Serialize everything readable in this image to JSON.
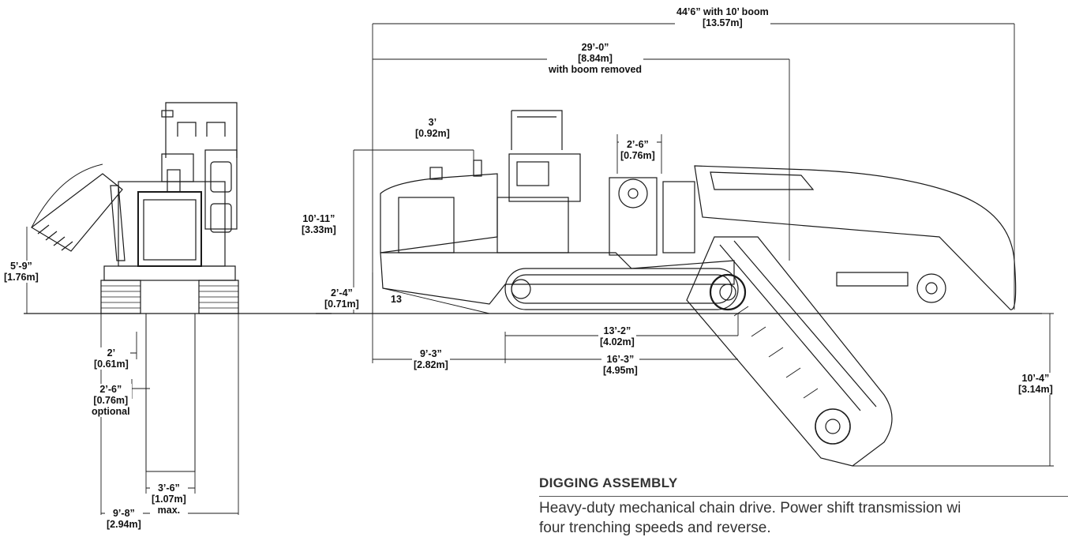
{
  "dimensions": {
    "overall_length": [
      "44’6” with 10’ boom",
      "[13.57m]"
    ],
    "length_boom_removed": [
      "29’-0”",
      "[8.84m]",
      "with boom removed"
    ],
    "roll_bar_height": [
      "3’",
      "[0.92m]"
    ],
    "boom_offset": [
      "2’-6”",
      "[0.76m]"
    ],
    "overall_height": [
      "10’-11”",
      "[3.33m]"
    ],
    "ground_clearance": [
      "2’-4”",
      "[0.71m]"
    ],
    "approach_angle": [
      "13"
    ],
    "track_length": [
      "13’-2”",
      "[4.02m]"
    ],
    "front_overhang": [
      "9’-3”",
      "[2.82m]"
    ],
    "wheelbase_to_boom": [
      "16’-3”",
      "[4.95m]"
    ],
    "max_dig_depth": [
      "10’-4”",
      "[3.14m]"
    ],
    "boom_height_front": [
      "5’-9”",
      "[1.76m]"
    ],
    "trench_width_std": [
      "2’",
      "[0.61m]"
    ],
    "trench_width_opt": [
      "2’-6”",
      "[0.76m]",
      "optional"
    ],
    "track_width_max": [
      "3’-6”",
      "[1.07m]",
      "max."
    ],
    "overall_width": [
      "9’-8”",
      "[2.94m]"
    ]
  },
  "section": {
    "heading": "DIGGING ASSEMBLY",
    "line1": "Heavy-duty mechanical chain drive.  Power shift transmission wi",
    "line2": "four trenching speeds and reverse."
  },
  "colors": {
    "line": "#1a1a1a",
    "text": "#111111",
    "body_text": "#333333"
  }
}
